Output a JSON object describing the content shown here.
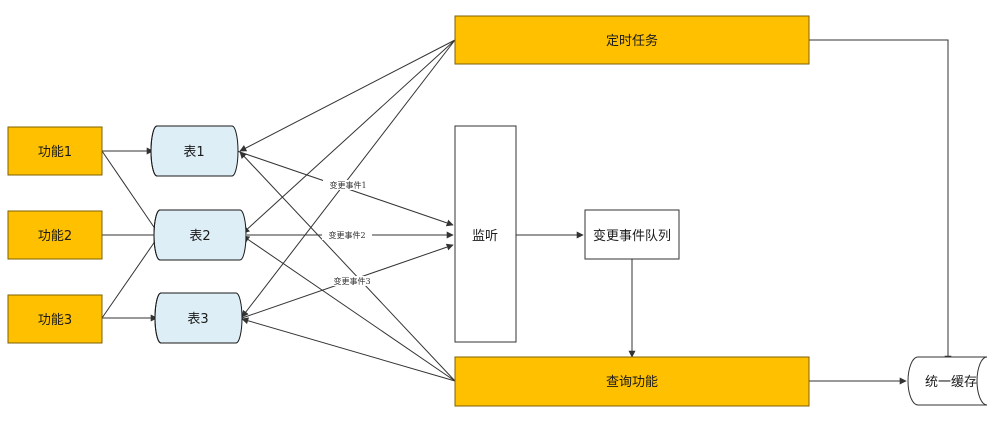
{
  "colors": {
    "process_fill": "#FFC000",
    "process_stroke": "#7F6000",
    "table_fill": "#DDEEF6",
    "table_stroke": "#1a1a1a",
    "line": "#333333",
    "box_fill": "#FFFFFF",
    "box_stroke": "#333333"
  },
  "nodes": {
    "func1": "功能1",
    "func2": "功能2",
    "func3": "功能3",
    "table1": "表1",
    "table2": "表2",
    "table3": "表3",
    "scheduled_task": "定时任务",
    "listener": "监听",
    "event_queue": "变更事件队列",
    "query_function": "查询功能",
    "unified_cache": "统一缓存"
  },
  "edge_labels": {
    "change_event_1": "变更事件1",
    "change_event_2": "变更事件2",
    "change_event_3": "变更事件3"
  }
}
